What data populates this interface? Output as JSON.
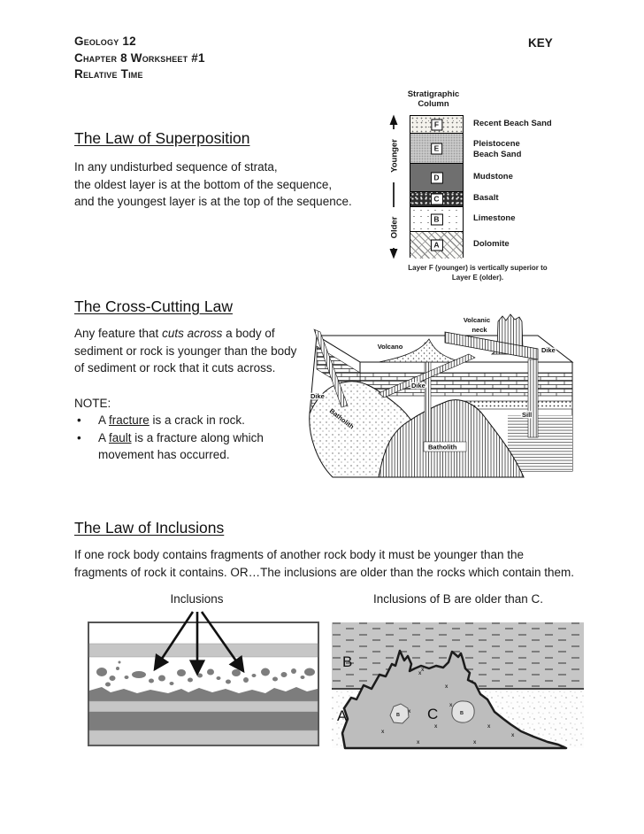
{
  "header": {
    "course": "Geology 12",
    "worksheet": "Chapter 8 Worksheet #1",
    "topic": "Relative Time",
    "key_label": "KEY"
  },
  "superposition": {
    "title": "The Law of Superposition",
    "lines": [
      "In any undisturbed sequence of strata,",
      "the oldest layer is at the bottom of the sequence,",
      "and the youngest layer is at the top of the sequence."
    ]
  },
  "strat_column": {
    "title": "Stratigraphic\nColumn",
    "younger": "Younger",
    "older": "Older",
    "layers": [
      {
        "letter": "F",
        "name": "Recent Beach Sand"
      },
      {
        "letter": "E",
        "name": "Pleistocene\nBeach Sand"
      },
      {
        "letter": "D",
        "name": "Mudstone"
      },
      {
        "letter": "C",
        "name": "Basalt"
      },
      {
        "letter": "B",
        "name": "Limestone"
      },
      {
        "letter": "A",
        "name": "Dolomite"
      }
    ],
    "caption": "Layer F (younger) is vertically superior to\nLayer E (older)."
  },
  "cross_cutting": {
    "title": "The Cross-Cutting Law",
    "body_pre": "Any feature that ",
    "body_em": "cuts across",
    "body_post": " a body of sediment or rock is younger than the body of sediment or rock that it cuts across.",
    "note": "NOTE:",
    "bullet_char": "•",
    "bullets": [
      {
        "pre": "A ",
        "u": "fracture",
        "post": " is a crack in rock."
      },
      {
        "pre": "A ",
        "u": "fault",
        "post": " is a fracture along which movement has occurred."
      }
    ],
    "labels": {
      "volcanic_neck_1": "Volcanic",
      "volcanic_neck_2": "neck",
      "volcano": "Volcano",
      "dike": "Dike",
      "sill": "Sill",
      "batholith": "Batholith"
    }
  },
  "inclusions": {
    "title": "The Law of Inclusions",
    "lines": [
      "If one rock body contains fragments of another rock body it must be younger than the",
      "fragments of rock it contains. OR…The inclusions are older than the rocks which contain them."
    ],
    "left_caption": "Inclusions",
    "right_caption": "Inclusions of B are older than C.",
    "labels": {
      "a": "A",
      "b": "B",
      "c": "C",
      "b_small": "B"
    }
  }
}
